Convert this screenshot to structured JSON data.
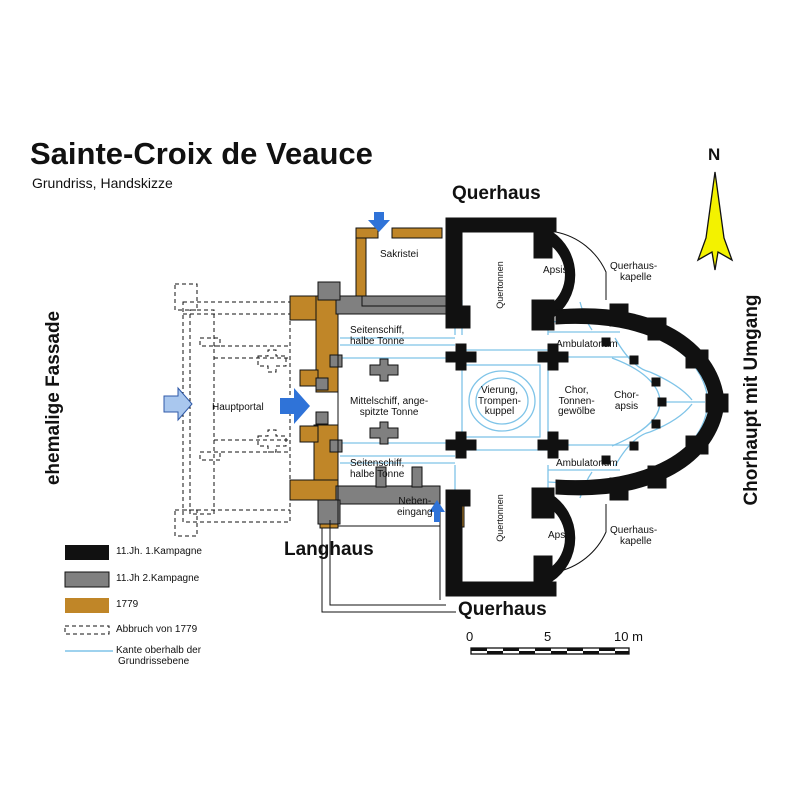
{
  "title": "Sainte-Croix de Veauce",
  "subtitle": "Grundriss, Handskizze",
  "north": "N",
  "areas": {
    "querhaus_top": "Querhaus",
    "querhaus_bottom": "Querhaus",
    "langhaus": "Langhaus",
    "fassade": "ehemalige Fassade",
    "chorhaupt": "Chorhaupt mit Umgang"
  },
  "rooms": {
    "sakristei": "Sakristei",
    "apsis_top": "Apsis",
    "querhauskapelle_top": [
      "Querhaus-",
      "kapelle"
    ],
    "quertonnen_top": "Quertonnen",
    "seitenschiff_top": [
      "Seitenschiff,",
      "halbe Tonne"
    ],
    "ambulatorium_top": "Ambulatorium",
    "hauptportal": "Hauptportal",
    "mittelschiff": [
      "Mittelschiff, ange-",
      "spitzte Tonne"
    ],
    "vierung": [
      "Vierung,",
      "Trompen-",
      "kuppel"
    ],
    "chor": [
      "Chor,",
      "Tonnen-",
      "gewölbe"
    ],
    "chorapsis": [
      "Chor-",
      "apsis"
    ],
    "seitenschiff_bottom": [
      "Seitenschiff,",
      "halbe Tonne"
    ],
    "ambulatorium_bottom": "Ambulatorium",
    "nebeneingang": [
      "Neben-",
      "eingang"
    ],
    "quertonnen_bottom": "Quertonnen",
    "apsis_bottom": "Apsis",
    "querhauskapelle_bottom": [
      "Querhaus-",
      "kapelle"
    ]
  },
  "legend": [
    {
      "label": "11.Jh. 1.Kampagne",
      "swatch": "#111111",
      "style": "solid"
    },
    {
      "label": "11.Jh 2.Kampagne",
      "swatch": "#808080",
      "style": "solid"
    },
    {
      "label": "1779",
      "swatch": "#c08628",
      "style": "solid"
    },
    {
      "label": "Abbruch von 1779",
      "swatch": "#ffffff",
      "style": "dashed"
    },
    {
      "label": [
        "Kante oberhalb der",
        "Grundrissebene"
      ],
      "swatch": "#7fc4e8",
      "style": "line"
    }
  ],
  "scale": {
    "labels": [
      "0",
      "5",
      "10 m"
    ]
  },
  "colors": {
    "phase1": "#111111",
    "phase2": "#808080",
    "y1779": "#c08628",
    "vault": "#7fc4e8",
    "arrow_blue": "#2f73d8",
    "arrow_light": "#a9c7ee",
    "north_arrow": "#f3f200"
  }
}
